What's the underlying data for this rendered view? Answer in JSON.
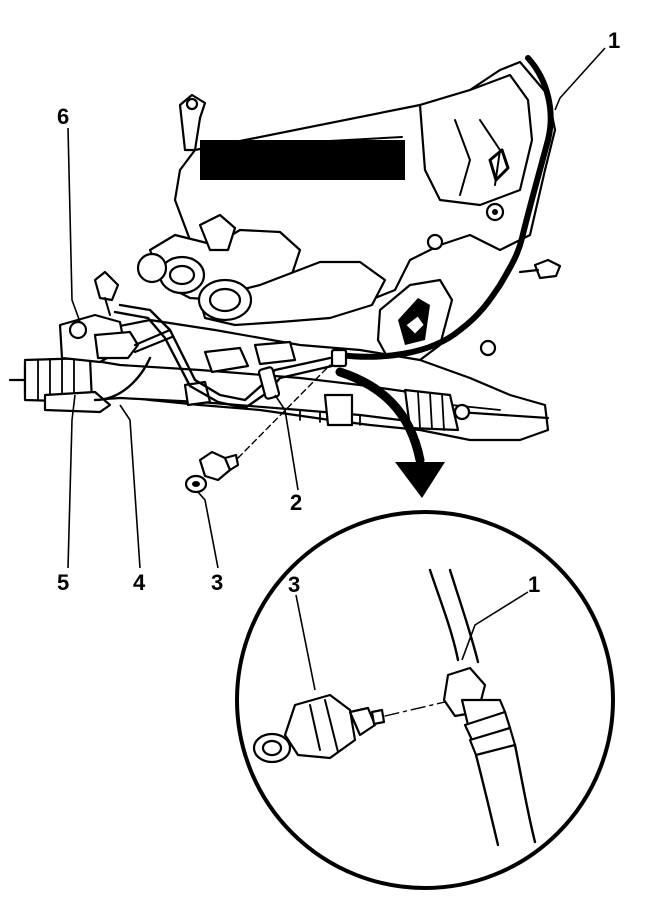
{
  "callouts": {
    "c1": "1",
    "c2": "2",
    "c3": "3",
    "c4": "4",
    "c5": "5",
    "c6": "6",
    "detail_c1": "1",
    "detail_c3": "3"
  },
  "colors": {
    "ink": "#000000",
    "background": "#ffffff"
  }
}
